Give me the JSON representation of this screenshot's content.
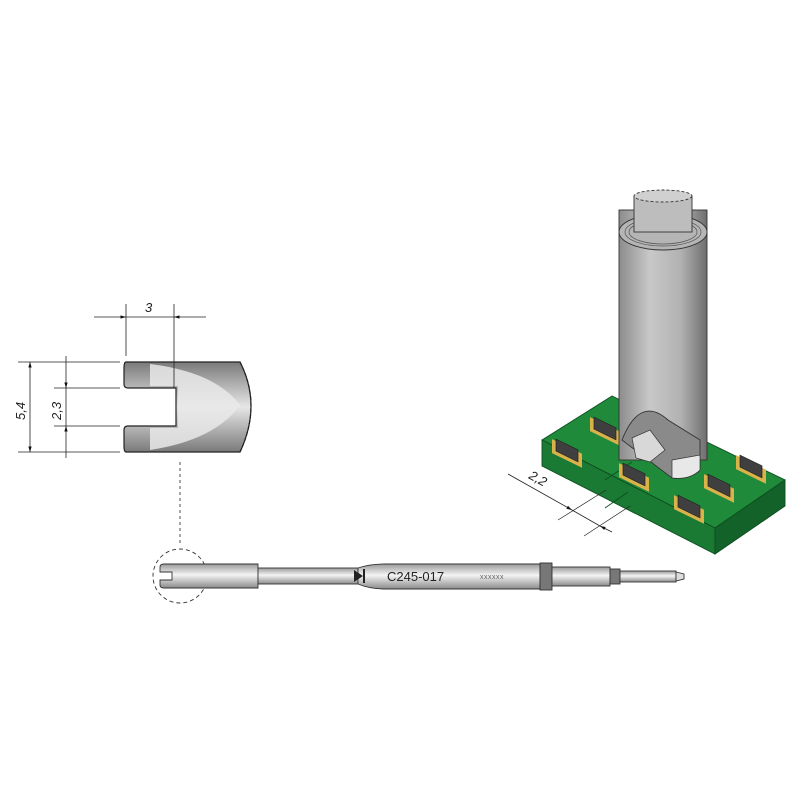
{
  "drawing": {
    "title": "Soldering tip technical drawing",
    "part_number": "C245-017",
    "serial_placeholder": "xxxxxx",
    "detail_view": {
      "width_label": "3",
      "outer_height_label": "5,4",
      "slot_height_label": "2,3"
    },
    "application_view": {
      "pitch_label": "2,2"
    },
    "colors": {
      "pcb_green": "#1f8a3a",
      "pcb_green_dark": "#13622a",
      "pad_gold": "#d9b24a",
      "component_dark": "#3f3f3f",
      "metal_gray": "#a9a9a9",
      "line": "#222222"
    }
  }
}
